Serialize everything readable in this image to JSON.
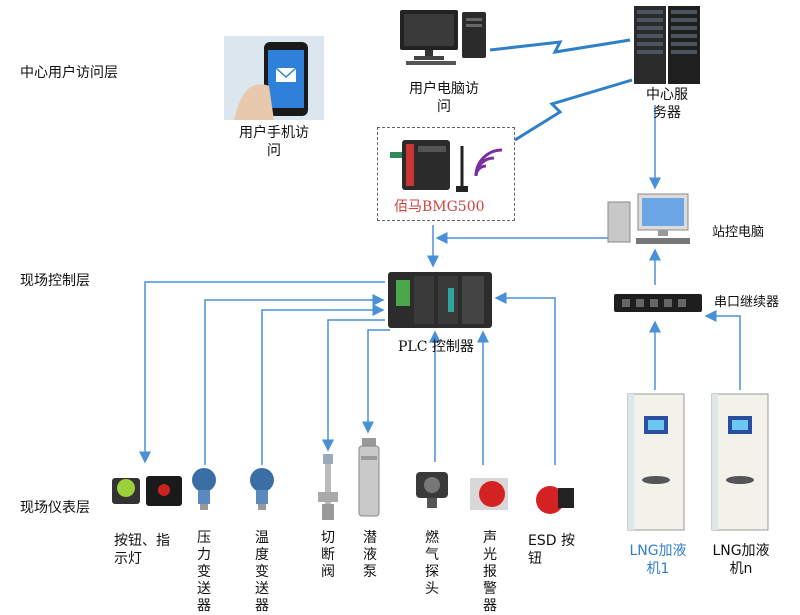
{
  "colors": {
    "line": "#4a90d9",
    "bolt": "#2f7fc9",
    "gateway_text": "#d0443c",
    "lng_text": "#2f7fc9"
  },
  "layers": {
    "center": "中心用户访问层",
    "field_control": "现场控制层",
    "field_instrument": "现场仪表层"
  },
  "nodes": {
    "user_pc": "用户电脑访\n问",
    "center_server": "中心服\n务器",
    "user_mobile": "用户手机访\n问",
    "gateway": "佰马BMG500",
    "station_pc": "站控电脑",
    "serial_repeater": "串口继续器",
    "plc": "PLC 控制器"
  },
  "instruments": [
    {
      "key": "button_lamp",
      "label": "按钮、指\n示灯"
    },
    {
      "key": "pressure",
      "label": "压力变送器"
    },
    {
      "key": "temperature",
      "label": "温度变送器"
    },
    {
      "key": "valve",
      "label": "切断阀"
    },
    {
      "key": "pump",
      "label": "潜液泵"
    },
    {
      "key": "gas",
      "label": "燃气探头"
    },
    {
      "key": "alarm",
      "label": "声光报警器"
    },
    {
      "key": "esd",
      "label": "ESD 按\n钮"
    }
  ],
  "lng": [
    {
      "key": "lng1",
      "label": "LNG加液\n机1"
    },
    {
      "key": "lngn",
      "label": "LNG加液\n机n"
    }
  ]
}
